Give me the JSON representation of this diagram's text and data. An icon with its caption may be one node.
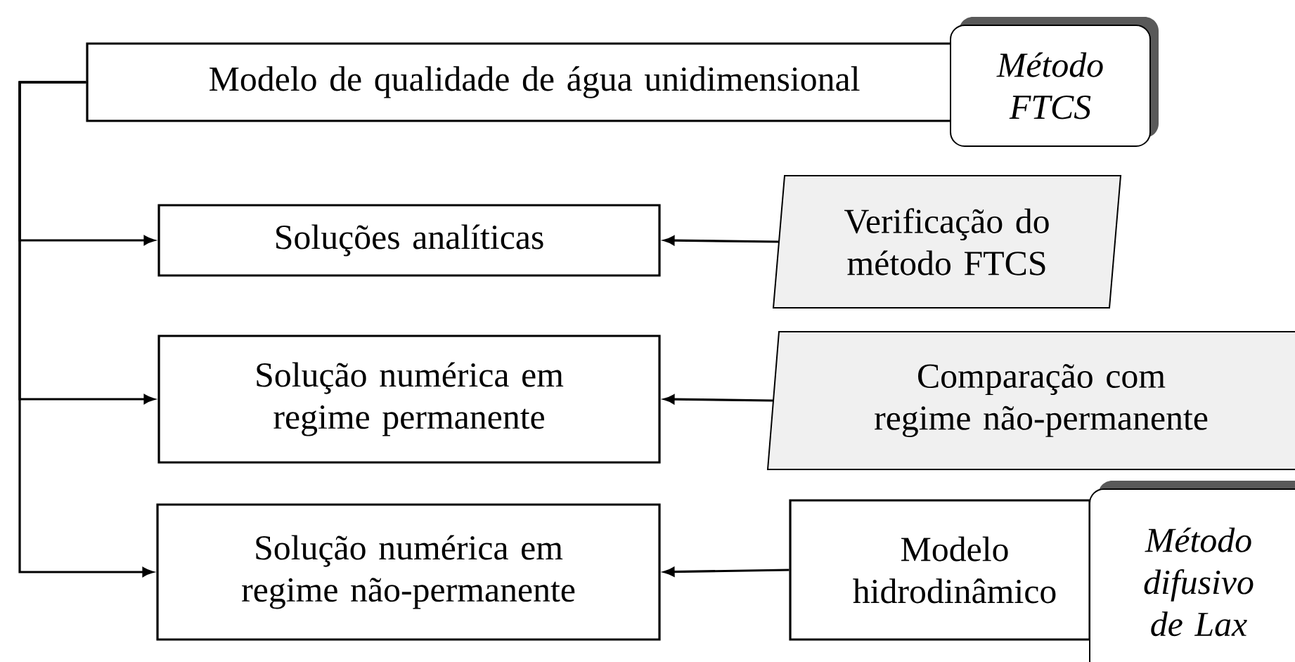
{
  "diagram": {
    "nodes": [
      {
        "text": [
          "Modelo de qualidade de água unidimensional"
        ]
      },
      {
        "text": [
          "Método FTCS"
        ]
      },
      {
        "text": [
          "Soluções analíticas"
        ]
      },
      {
        "text": [
          "Verificação do método FTCS"
        ]
      },
      {
        "text": [
          "Solução numérica em regime permanente"
        ]
      },
      {
        "text": [
          "Comparação com regime não-permanente"
        ]
      },
      {
        "text": [
          "Solução numérica em regime não-permanente"
        ]
      },
      {
        "text": [
          "Modelo hidrodinâmico"
        ]
      },
      {
        "text": [
          "Método difusivo de Lax"
        ]
      }
    ],
    "edges": [
      {
        "from": 0,
        "to": 2,
        "arrow": "to"
      },
      {
        "from": 0,
        "to": 4,
        "arrow": "to"
      },
      {
        "from": 0,
        "to": 6,
        "arrow": "to"
      },
      {
        "from": 3,
        "to": 2,
        "arrow": "to"
      },
      {
        "from": 5,
        "to": 4,
        "arrow": "to"
      },
      {
        "from": 7,
        "to": 6,
        "arrow": "to"
      }
    ]
  }
}
